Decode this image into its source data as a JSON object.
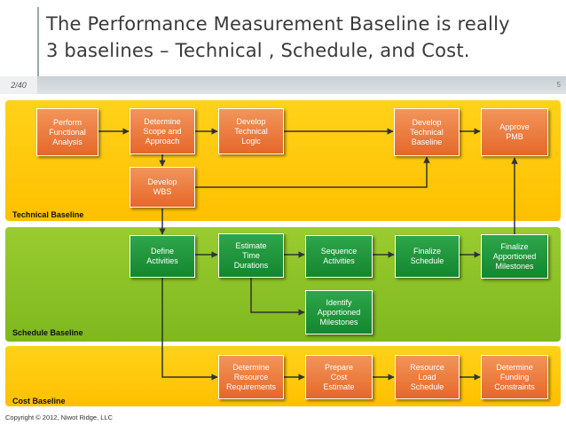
{
  "slide": {
    "title_line1": "The Performance Measurement Baseline is really",
    "title_line2": "3 baselines – Technical , Schedule, and Cost.",
    "slide_mark": "2/40",
    "page_number": "5",
    "copyright": "Copyright © 2012, Niwot Ridge, LLC"
  },
  "bands": {
    "technical": "Technical Baseline",
    "schedule": "Schedule Baseline",
    "cost": "Cost Baseline"
  },
  "boxes": {
    "perform_functional_analysis": "Perform\nFunctional\nAnalysis",
    "determine_scope": "Determine\nScope and\nApproach",
    "develop_technical_logic": "Develop\nTechnical\nLogic",
    "develop_technical_baseline": "Develop\nTechnical\nBaseline",
    "approve_pmb": "Approve\nPMB",
    "develop_wbs": "Develop\nWBS",
    "define_activities": "Define\nActivities",
    "estimate_time_durations": "Estimate\nTime\nDurations",
    "sequence_activities": "Sequence\nActivities",
    "finalize_schedule": "Finalize\nSchedule",
    "finalize_apportioned_milestones": "Finalize\nApportioned\nMilestones",
    "identify_apportioned_milestones": "Identify\nApportioned\nMilestones",
    "determine_resource_requirements": "Determine\nResource\nRequirements",
    "prepare_cost_estimate": "Prepare\nCost\nEstimate",
    "resource_load_schedule": "Resource\nLoad\nSchedule",
    "determine_funding_constraints": "Determine\nFunding\nConstraints"
  },
  "colors": {
    "orange_box": "#e6672a",
    "green_box": "#14862f",
    "yellow_band": "#ffc000",
    "green_band": "#7eb81f"
  }
}
